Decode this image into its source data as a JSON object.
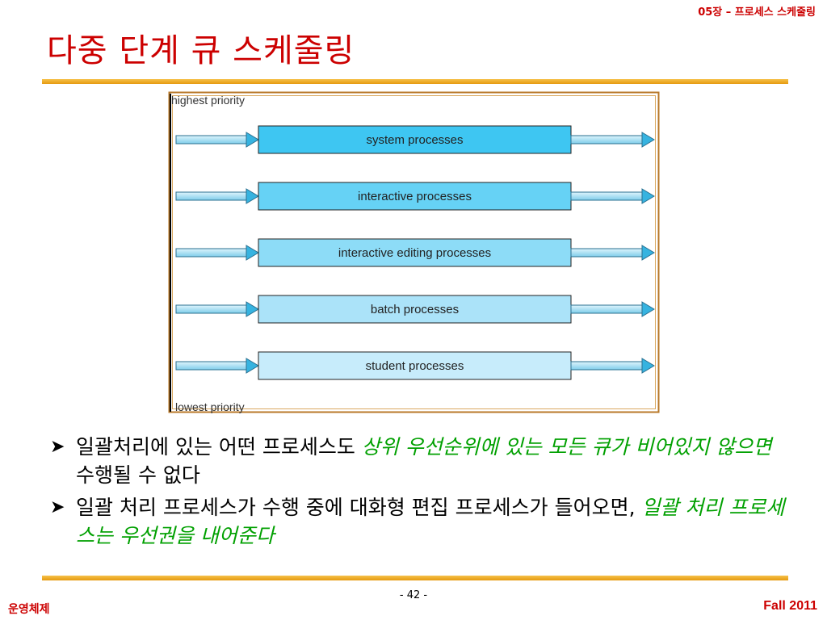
{
  "header": {
    "chapter": "05장 – 프로세스 스케줄링",
    "title": "다중 단계 큐 스케줄링"
  },
  "diagram": {
    "top_label": "highest priority",
    "bottom_label": "lowest priority",
    "queues": [
      {
        "label": "system processes",
        "color": "#3ec6f2"
      },
      {
        "label": "interactive processes",
        "color": "#66d2f5"
      },
      {
        "label": "interactive editing processes",
        "color": "#8ddcf7"
      },
      {
        "label": "batch processes",
        "color": "#abe3f9"
      },
      {
        "label": "student processes",
        "color": "#c7ecfb"
      }
    ]
  },
  "bullets": [
    {
      "parts": [
        {
          "text": "일괄처리에 있는 어떤 프로세스도 ",
          "em": false
        },
        {
          "text": "상위 우선순위에 있는 모든 큐가 비어있지 않으면",
          "em": true
        },
        {
          "text": " 수행될 수 없다",
          "em": false
        }
      ]
    },
    {
      "parts": [
        {
          "text": "일괄 처리 프로세스가 수행 중에 대화형 편집 프로세스가 들어오면, ",
          "em": false
        },
        {
          "text": "일괄 처리 프로세스는 우선권을 내어준다",
          "em": true
        }
      ]
    }
  ],
  "footer": {
    "left": "운영체제",
    "page": "- 42 -",
    "right": "Fall 2011"
  },
  "colors": {
    "accent": "#cc0000",
    "emphasis": "#00a000",
    "rule": "#e59a10",
    "frame": "#b87828"
  }
}
